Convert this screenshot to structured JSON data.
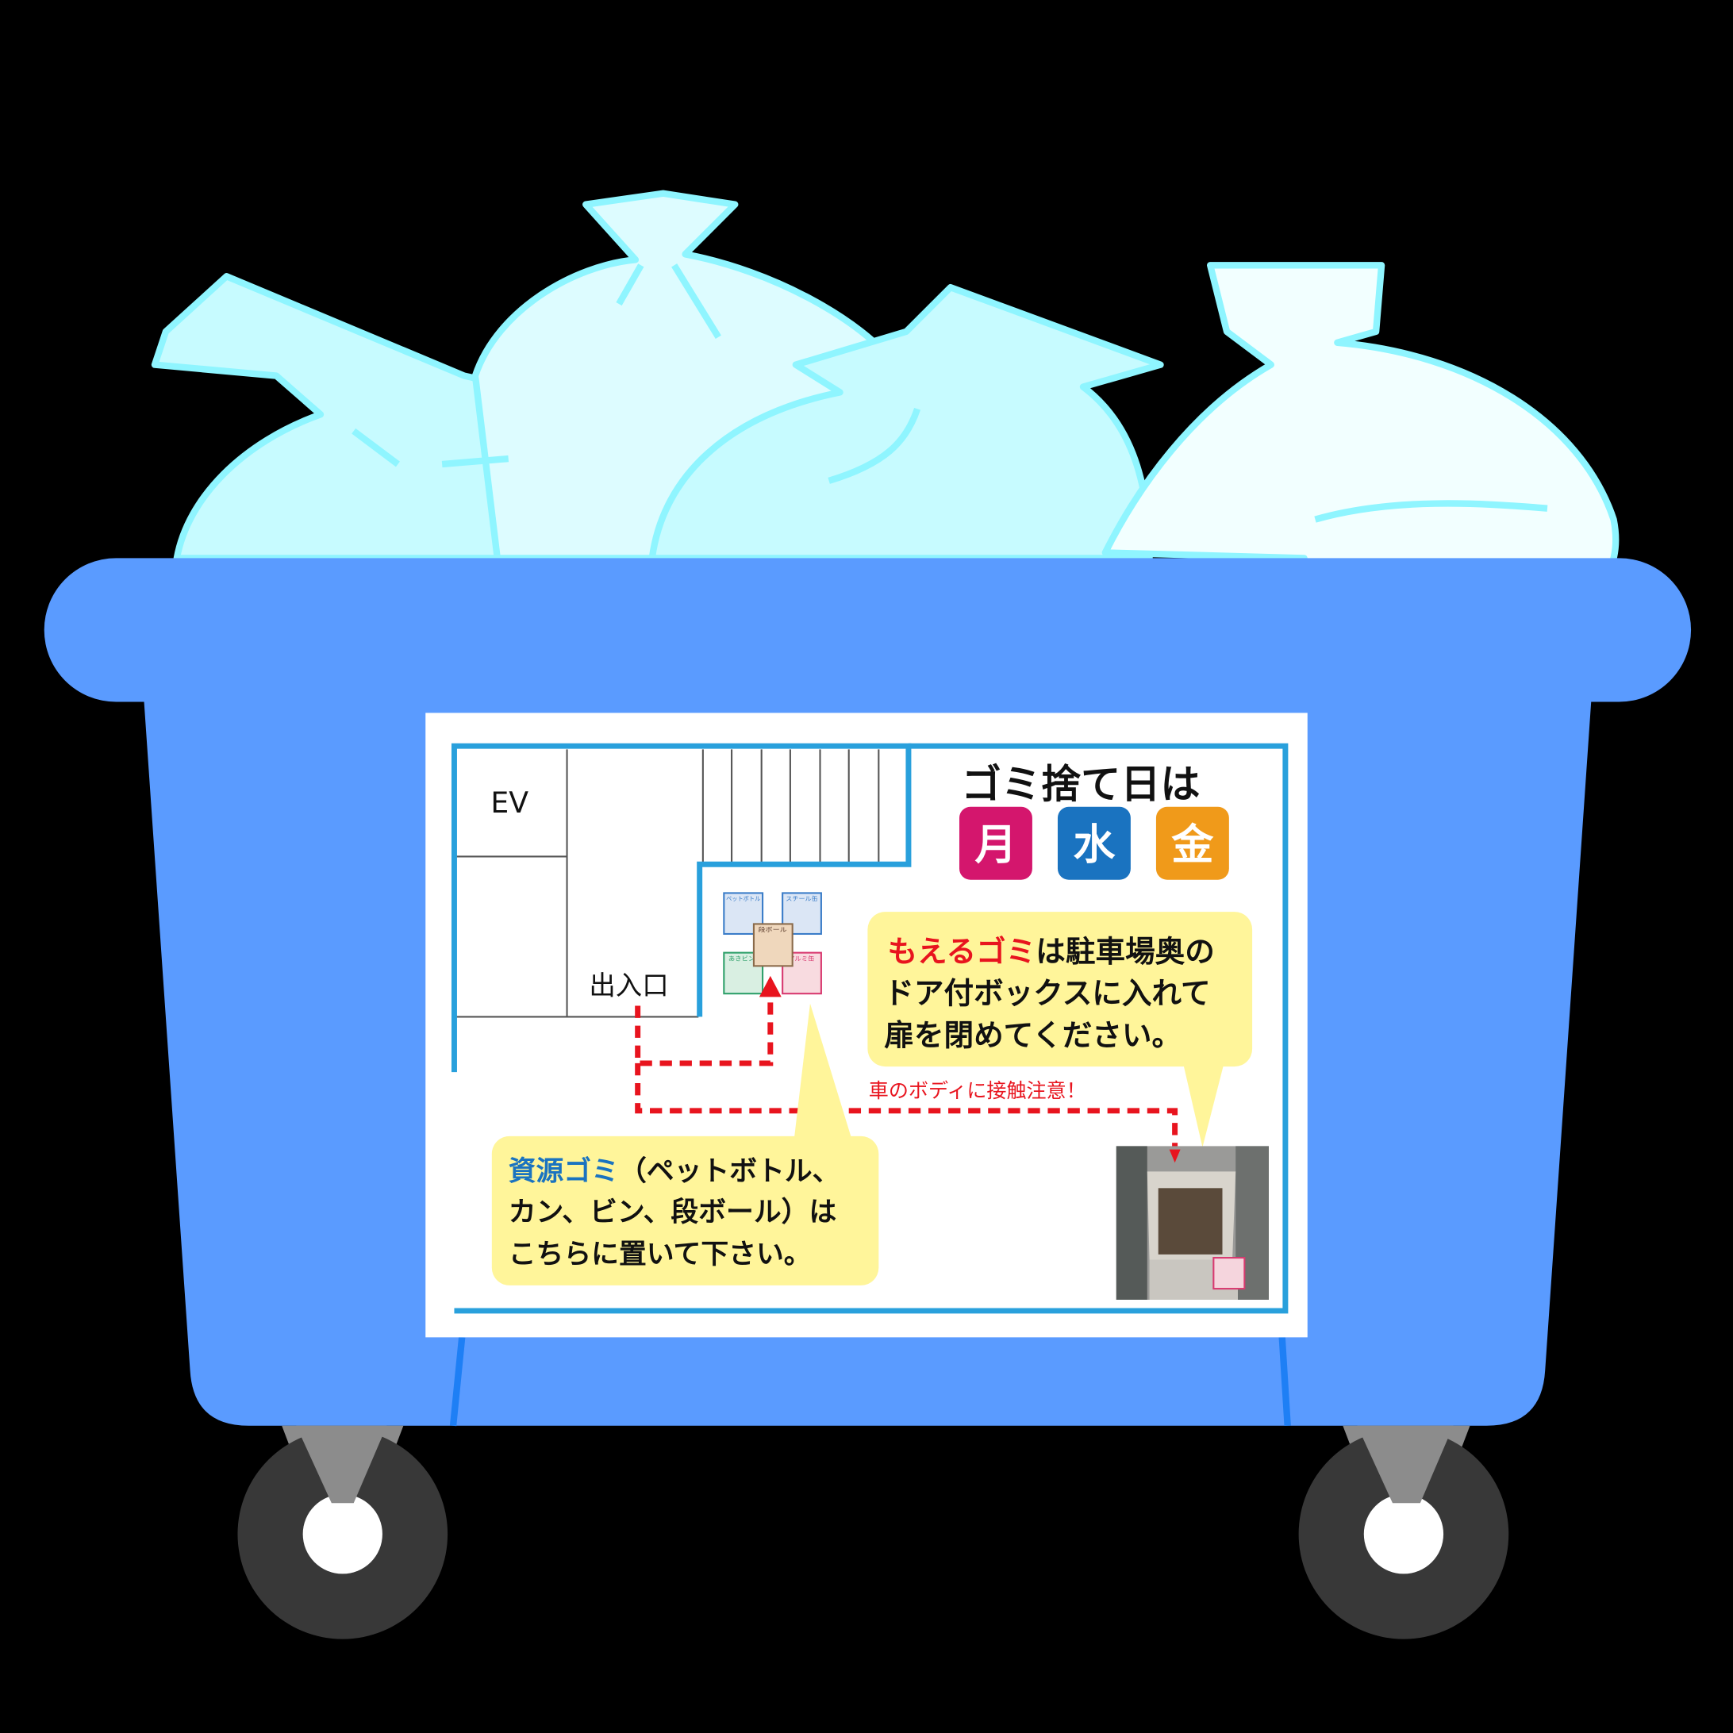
{
  "colors": {
    "background": "#000000",
    "bin": "#5a9bff",
    "bag": "#ccffff",
    "bag_outline": "#8ff5ff",
    "plan_line": "#29a0dc",
    "bubble": "#fff59a",
    "route": "#e8141e",
    "monday": "#d4166d",
    "wednesday": "#1a73c0",
    "friday": "#f09a1a"
  },
  "sign": {
    "schedule_title": "ゴミ捨て日は",
    "days": [
      "月",
      "水",
      "金"
    ],
    "floor_plan": {
      "elevator": "EV",
      "entrance": "出入口"
    },
    "burnable_bubble": {
      "highlight": "もえるゴミ",
      "line1_rest": "は駐車場奥の",
      "line2": "ドア付ボックスに入れて",
      "line3": "扉を閉めてください。"
    },
    "caution": "車のボディに接触注意！",
    "recyclable_bubble": {
      "highlight": "資源ゴミ",
      "line1_rest": "（ペットボトル、",
      "line2": "カン、ビン、段ボール）は",
      "line3": "こちらに置いて下さい。"
    },
    "recycle_icons": [
      "ペットボトル",
      "スチール缶",
      "段ボール",
      "あきビン",
      "アルミ缶"
    ],
    "photo": "burnable-garbage-box-photo"
  }
}
